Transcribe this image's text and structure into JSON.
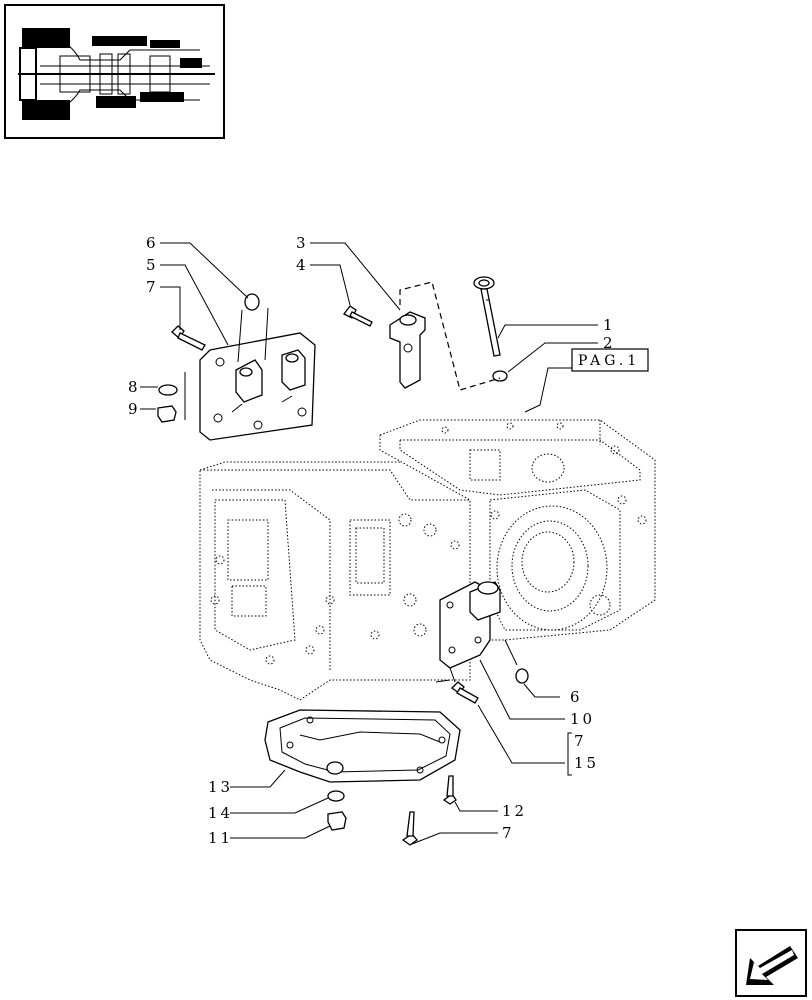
{
  "reference_label": "PAG.1",
  "callouts": {
    "c1": "1",
    "c2": "2",
    "c3": "3",
    "c4": "4",
    "c5": "5",
    "c6a": "6",
    "c7a": "7",
    "c8": "8",
    "c9": "9",
    "c6b": "6",
    "c10": "10",
    "c7b": "7",
    "c15": "15",
    "c13": "13",
    "c14": "14",
    "c11": "11",
    "c12": "12",
    "c7c": "7"
  },
  "icons": {
    "thumbnail": "transmission-section-thumbnail",
    "nav": "previous-page-arrow-icon"
  }
}
